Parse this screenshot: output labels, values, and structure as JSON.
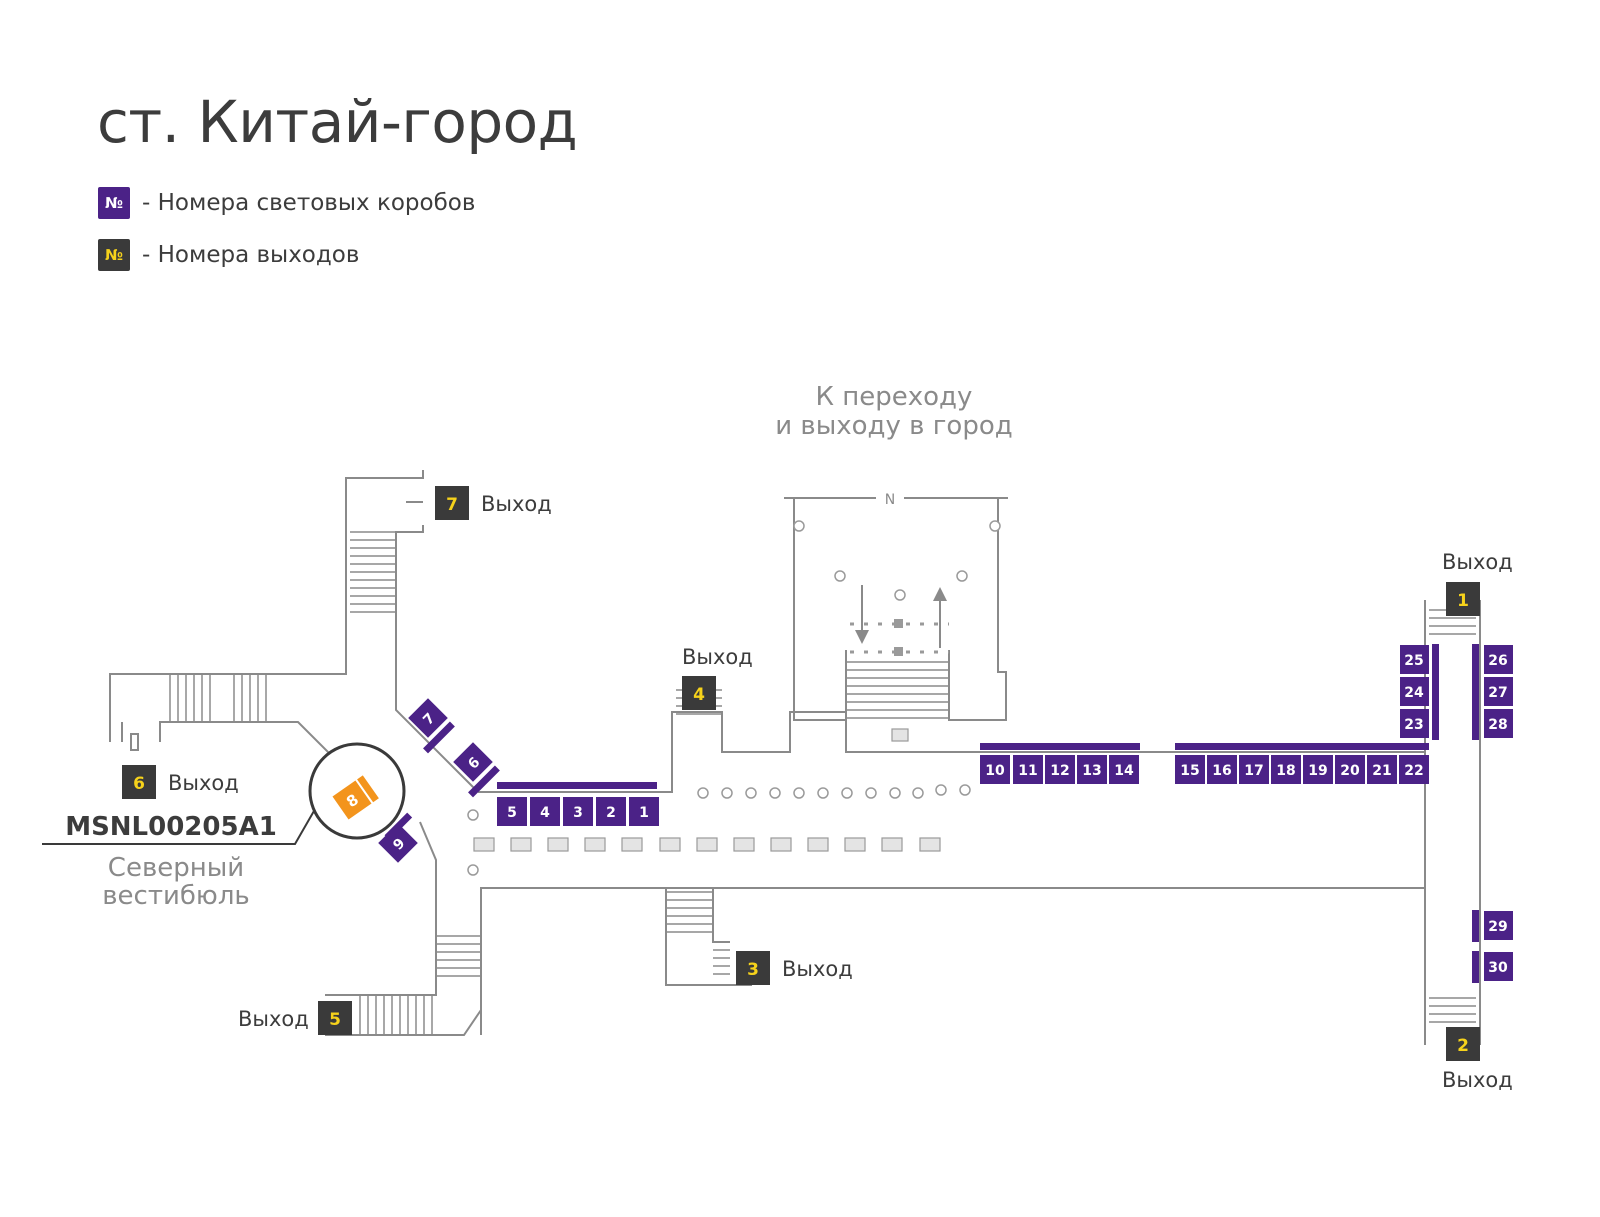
{
  "title": "ст. Китай-город",
  "legend": [
    {
      "badge": "№",
      "text": "- Номера световых коробов",
      "kind": "box"
    },
    {
      "badge": "№",
      "text": "- Номера выходов",
      "kind": "exit"
    }
  ],
  "colors": {
    "box": "#4b2287",
    "exit_bg": "#3a3a3a",
    "exit_num": "#f6d21b",
    "highlight": "#f3941c",
    "wall": "#8a8a8a",
    "grey_text": "#8a8a8a"
  },
  "labels": {
    "transfer_line1": "К переходу",
    "transfer_line2": "и выходу в город",
    "north_vestibule_line1": "Северный",
    "north_vestibule_line2": "вестибюль",
    "code": "MSNL00205A1",
    "north": "N"
  },
  "exits": [
    {
      "num": "1",
      "label": "Выход"
    },
    {
      "num": "2",
      "label": "Выход"
    },
    {
      "num": "3",
      "label": "Выход"
    },
    {
      "num": "4",
      "label": "Выход"
    },
    {
      "num": "5",
      "label": "Выход"
    },
    {
      "num": "6",
      "label": "Выход"
    },
    {
      "num": "7",
      "label": "Выход"
    }
  ],
  "boxes": [
    "1",
    "2",
    "3",
    "4",
    "5",
    "6",
    "7",
    "9",
    "10",
    "11",
    "12",
    "13",
    "14",
    "15",
    "16",
    "17",
    "18",
    "19",
    "20",
    "21",
    "22",
    "23",
    "24",
    "25",
    "26",
    "27",
    "28",
    "29",
    "30"
  ],
  "highlight_box": "8"
}
